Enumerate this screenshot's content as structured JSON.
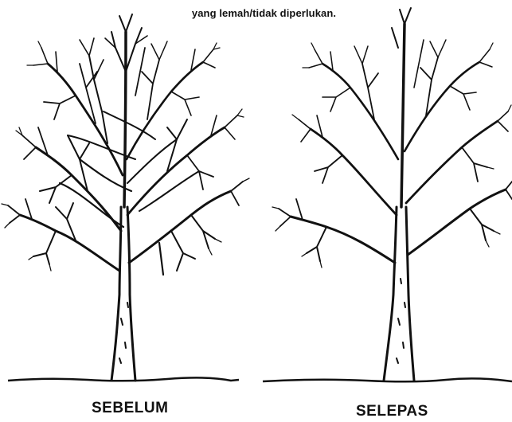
{
  "caption": {
    "line1": "",
    "line2": "yang lemah/tidak diperlukan."
  },
  "labels": {
    "before": "SEBELUM",
    "after": "SELEPAS"
  }
}
